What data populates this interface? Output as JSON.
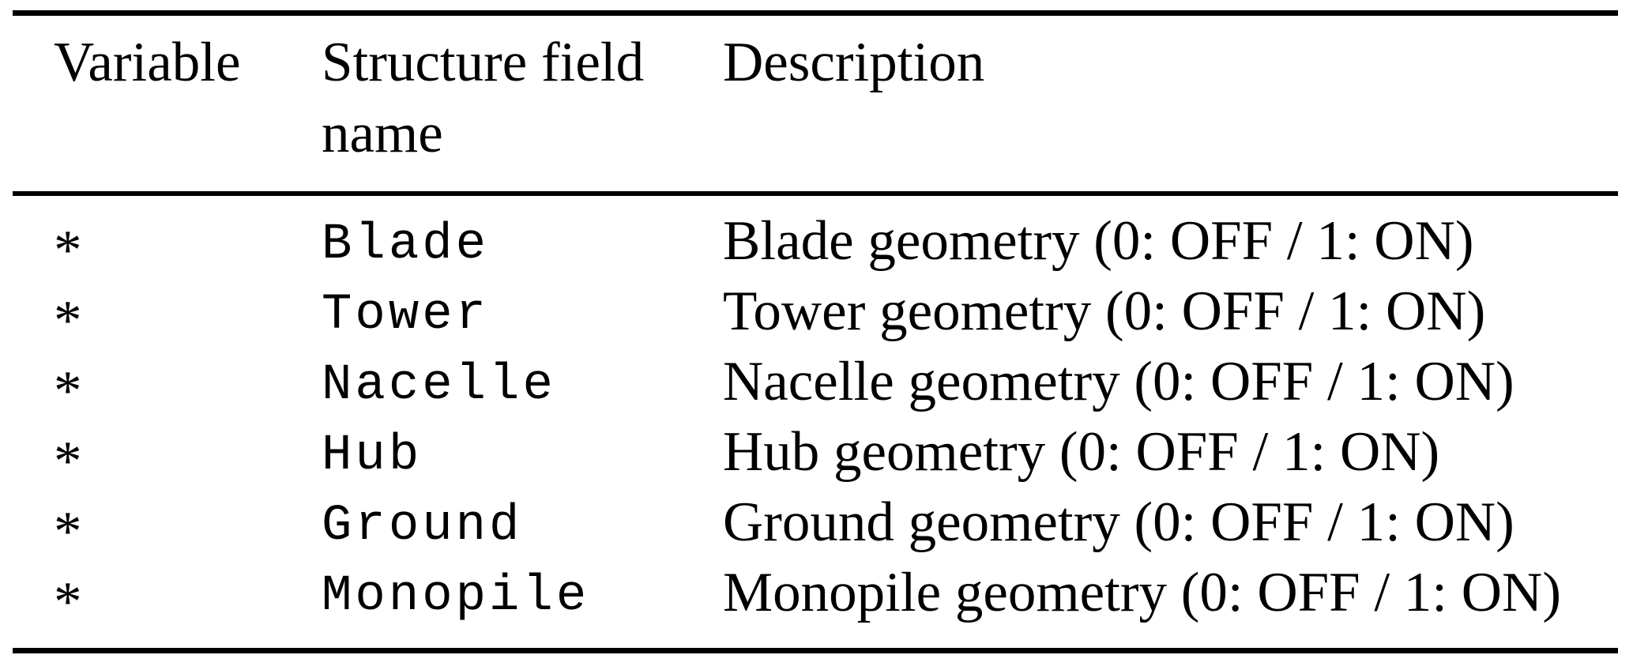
{
  "colors": {
    "text": "#000000",
    "background": "#ffffff",
    "rule": "#000000"
  },
  "table": {
    "header": {
      "variable": "Variable",
      "field": "Structure field name",
      "description": "Description"
    },
    "rows": [
      {
        "variable": "*",
        "field": "Blade",
        "description": "Blade geometry (0: OFF / 1: ON)"
      },
      {
        "variable": "*",
        "field": "Tower",
        "description": "Tower geometry (0: OFF / 1: ON)"
      },
      {
        "variable": "*",
        "field": "Nacelle",
        "description": "Nacelle geometry (0: OFF / 1: ON)"
      },
      {
        "variable": "*",
        "field": "Hub",
        "description": "Hub geometry (0: OFF / 1: ON)"
      },
      {
        "variable": "*",
        "field": "Ground",
        "description": "Ground geometry (0: OFF / 1: ON)"
      },
      {
        "variable": "*",
        "field": "Monopile",
        "description": "Monopile geometry (0: OFF / 1: ON)"
      }
    ]
  }
}
